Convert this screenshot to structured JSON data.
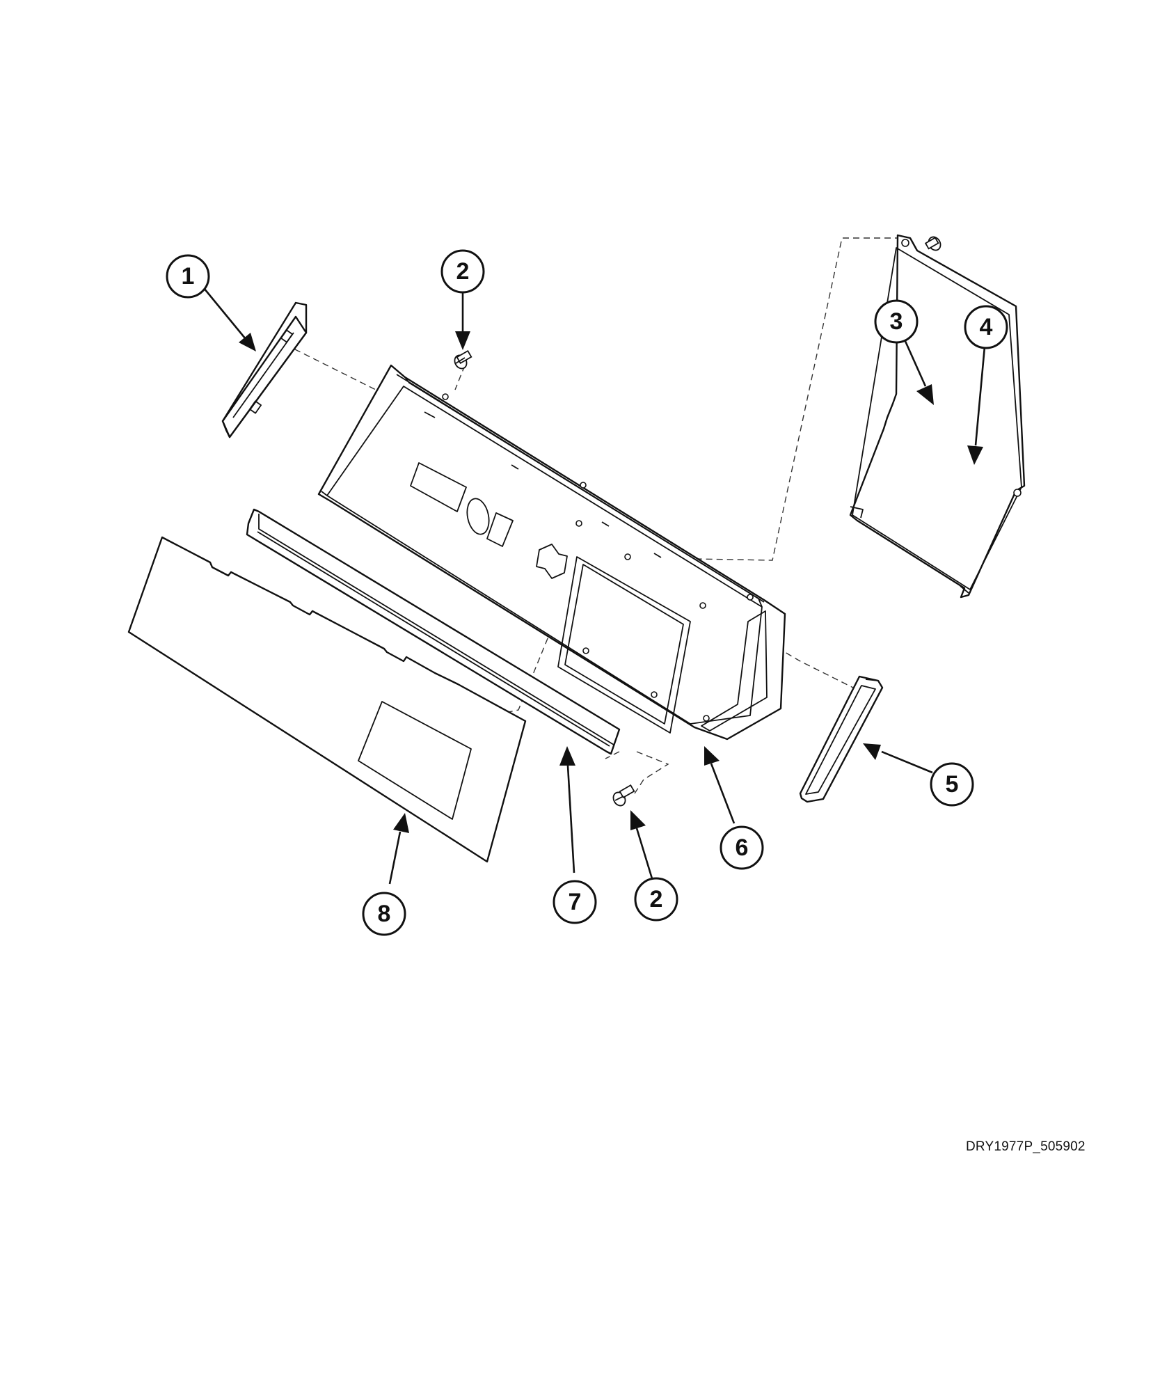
{
  "callouts": {
    "c1": "1",
    "c2_top": "2",
    "c3": "3",
    "c4": "4",
    "c5": "5",
    "c6": "6",
    "c7": "7",
    "c2_bottom": "2",
    "c8": "8"
  },
  "drawing_id": "DRY1977P_505902"
}
